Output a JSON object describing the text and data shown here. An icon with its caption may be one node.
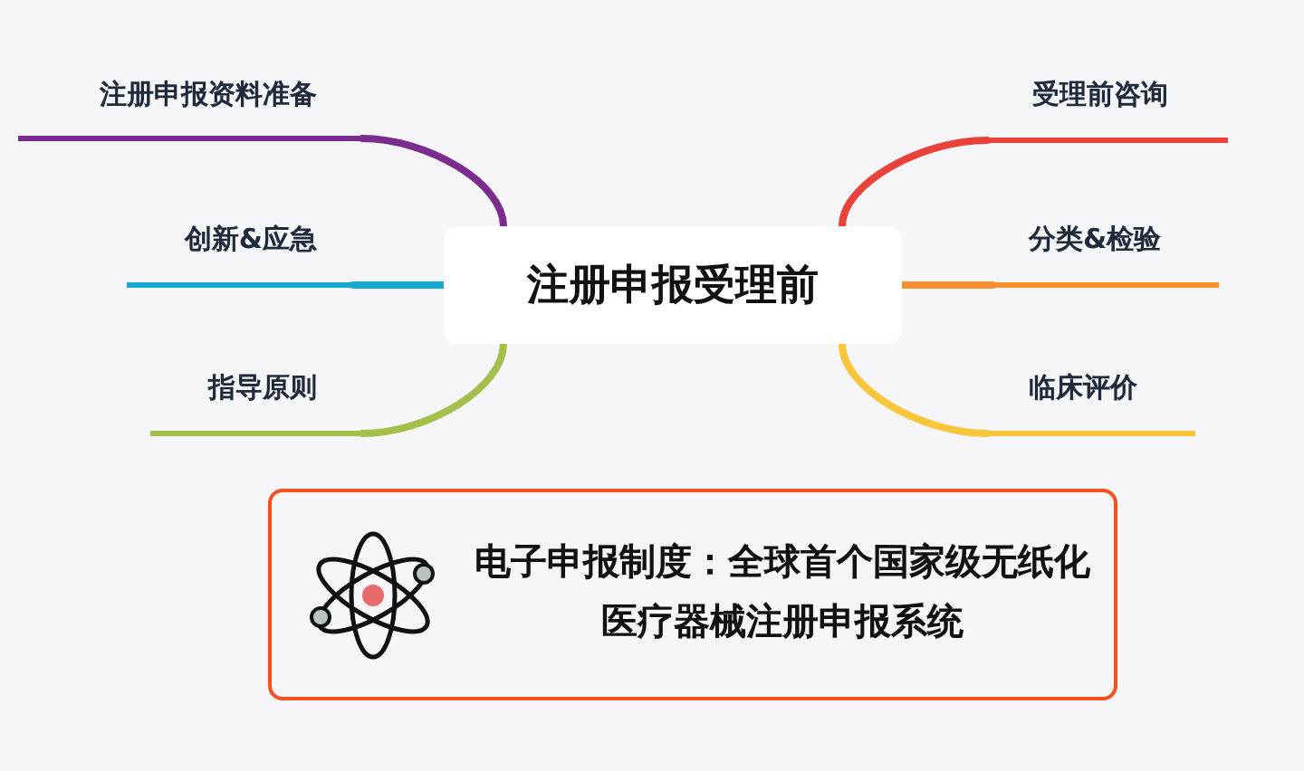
{
  "diagram": {
    "nodes": [
      {
        "text": [
          "注册申报受理前"
        ]
      },
      {
        "text": [
          "注册申报资料准备"
        ]
      },
      {
        "text": [
          "创新&应急"
        ]
      },
      {
        "text": [
          "指导原则"
        ]
      },
      {
        "text": [
          "受理前咨询"
        ]
      },
      {
        "text": [
          "分类&检验"
        ]
      },
      {
        "text": [
          "临床评价"
        ]
      },
      {
        "text": [
          "电子申报制度：全球首个国家级无纸化医疗器械注册申报系统"
        ]
      }
    ],
    "edges": [
      {
        "from": 0,
        "to": 1,
        "arrow": "none",
        "color": "#7b2d8e"
      },
      {
        "from": 0,
        "to": 2,
        "arrow": "none",
        "color": "#17a9cf"
      },
      {
        "from": 0,
        "to": 3,
        "arrow": "none",
        "color": "#a3c14a"
      },
      {
        "from": 0,
        "to": 4,
        "arrow": "none",
        "color": "#e8423a"
      },
      {
        "from": 0,
        "to": 5,
        "arrow": "none",
        "color": "#f7902f"
      },
      {
        "from": 0,
        "to": 6,
        "arrow": "none",
        "color": "#f9c53a"
      }
    ]
  }
}
